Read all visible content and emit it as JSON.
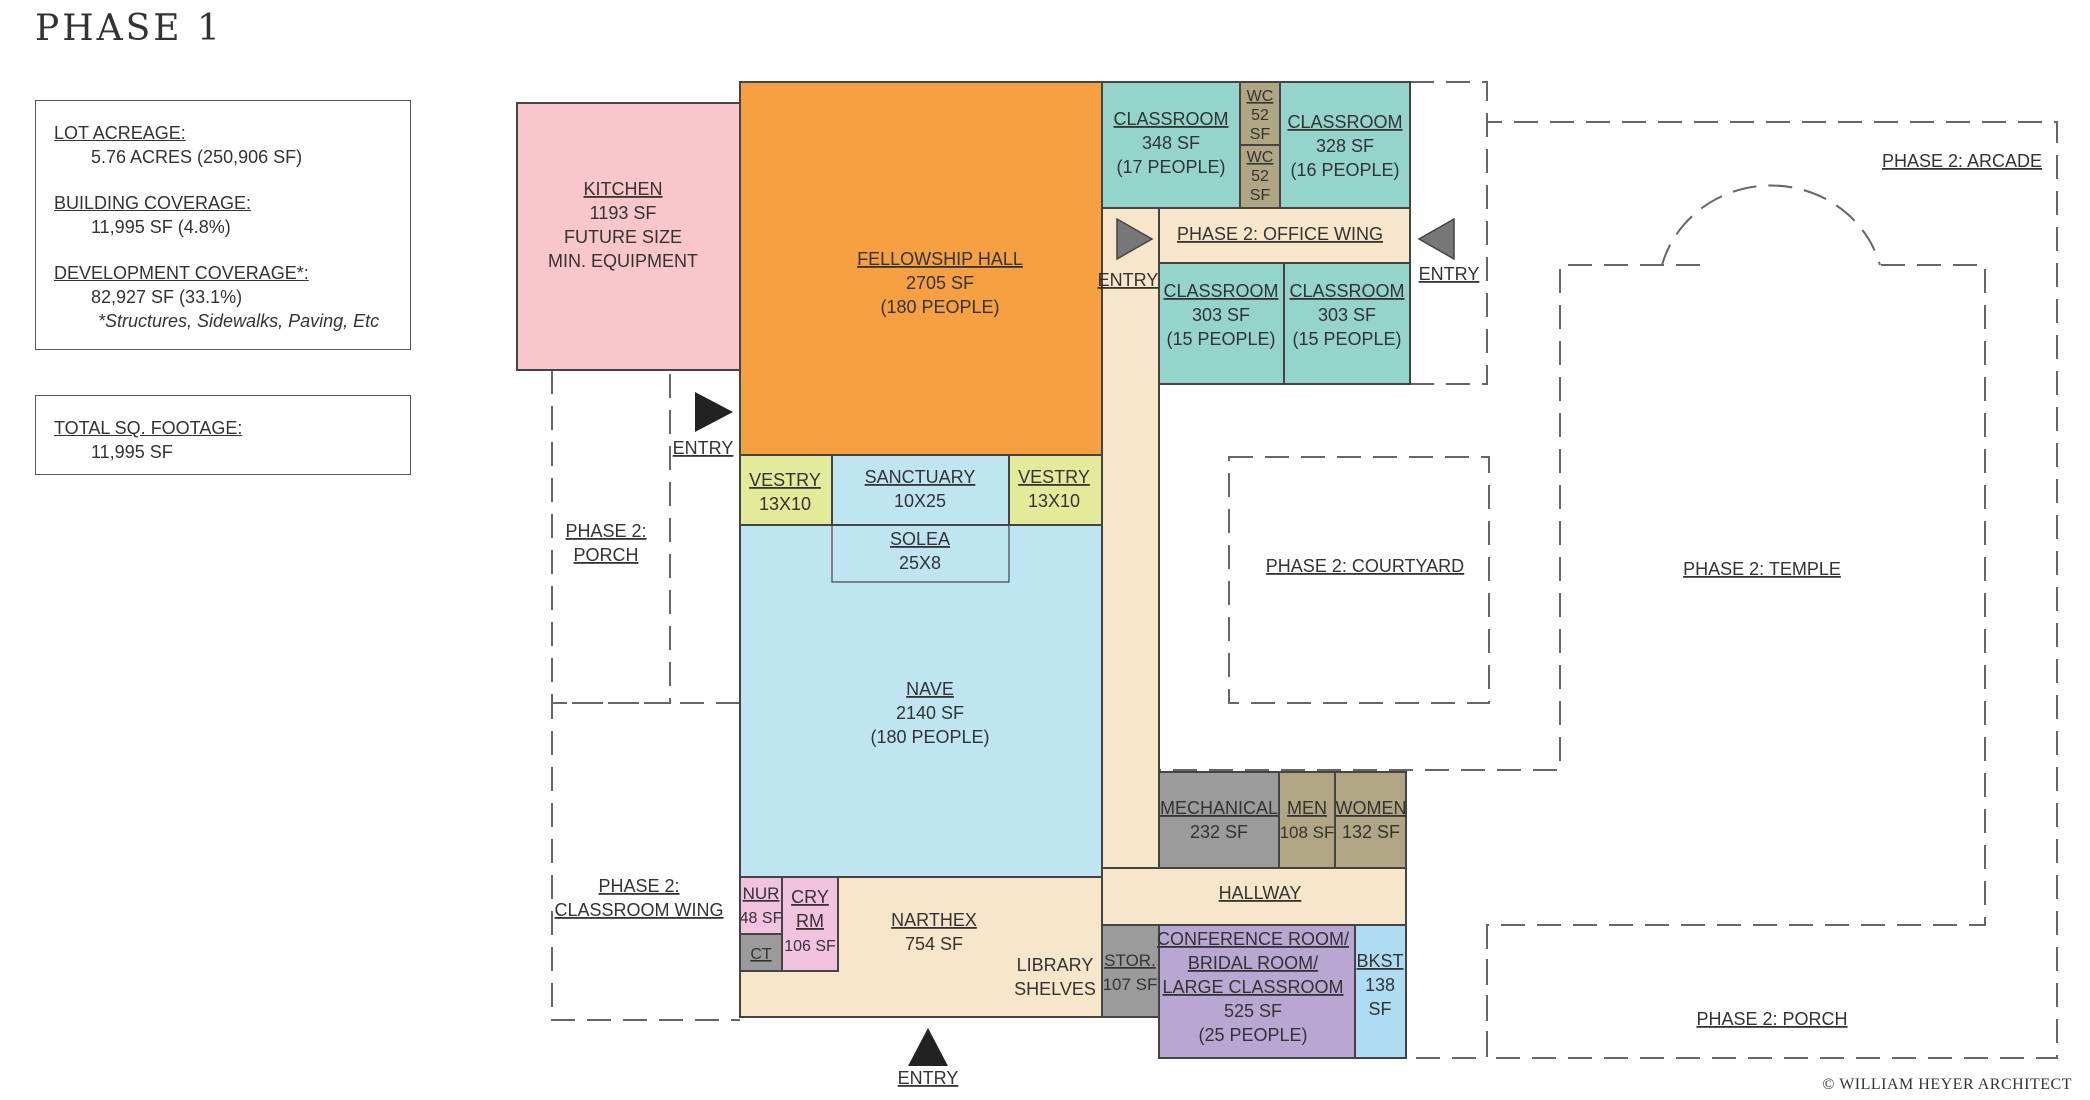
{
  "title": "PHASE 1",
  "info": {
    "lot_acreage_label": "LOT ACREAGE:",
    "lot_acreage_value": "5.76 ACRES (250,906 SF)",
    "building_coverage_label": "BUILDING COVERAGE:",
    "building_coverage_value": "11,995 SF (4.8%)",
    "development_coverage_label": "DEVELOPMENT COVERAGE*:",
    "development_coverage_value": "82,927 SF (33.1%)",
    "development_coverage_note": "*Structures, Sidewalks, Paving, Etc",
    "total_label": "TOTAL SQ. FOOTAGE:",
    "total_value": "11,995 SF"
  },
  "rooms": {
    "kitchen": {
      "name": "KITCHEN",
      "lines": [
        "1193 SF",
        "FUTURE SIZE",
        "MIN. EQUIPMENT"
      ],
      "color": "#f8c6cb"
    },
    "fellowship_hall": {
      "name": "FELLOWSHIP HALL",
      "lines": [
        "2705 SF",
        "(180 PEOPLE)"
      ],
      "color": "#f6a041"
    },
    "vestry_left": {
      "name": "VESTRY",
      "lines": [
        "13X10"
      ],
      "color": "#e3eb9b"
    },
    "sanctuary": {
      "name": "SANCTUARY",
      "lines": [
        "10X25"
      ],
      "color": "#bfe5f3"
    },
    "vestry_right": {
      "name": "VESTRY",
      "lines": [
        "13X10"
      ],
      "color": "#e3eb9b"
    },
    "solea": {
      "name": "SOLEA",
      "lines": [
        "25X8"
      ],
      "color": "#bfe5f3"
    },
    "nave": {
      "name": "NAVE",
      "lines": [
        "2140 SF",
        "(180 PEOPLE)"
      ],
      "color": "#bfe5f3"
    },
    "narthex": {
      "name": "NARTHEX",
      "lines": [
        "754 SF"
      ],
      "color": "#f8e6cb"
    },
    "library": {
      "lines": [
        "LIBRARY",
        "SHELVES"
      ]
    },
    "nursery": {
      "name": "NUR",
      "lines": [
        "48 SF"
      ],
      "color": "#f2c3df"
    },
    "cry_room": {
      "name": "CRY",
      "name2": "RM",
      "lines": [
        "106 SF"
      ],
      "color": "#f2c3df"
    },
    "ct": {
      "name": "CT",
      "color": "#9b9b9b"
    },
    "classroom_1": {
      "name": "CLASSROOM",
      "lines": [
        "348 SF",
        "(17 PEOPLE)"
      ],
      "color": "#94d4cb"
    },
    "wc_1": {
      "name": "WC",
      "lines": [
        "52",
        "SF"
      ],
      "color": "#b1a683"
    },
    "wc_2": {
      "name": "WC",
      "lines": [
        "52",
        "SF"
      ],
      "color": "#b1a683"
    },
    "classroom_2": {
      "name": "CLASSROOM",
      "lines": [
        "328 SF",
        "(16 PEOPLE)"
      ],
      "color": "#94d4cb"
    },
    "office_wing": {
      "name": "PHASE 2: OFFICE WING",
      "color": "#f8e6cb"
    },
    "classroom_3": {
      "name": "CLASSROOM",
      "lines": [
        "303 SF",
        "(15 PEOPLE)"
      ],
      "color": "#94d4cb"
    },
    "classroom_4": {
      "name": "CLASSROOM",
      "lines": [
        "303 SF",
        "(15 PEOPLE)"
      ],
      "color": "#94d4cb"
    },
    "mechanical": {
      "name": "MECHANICAL",
      "lines": [
        "232 SF"
      ],
      "color": "#9b9b9b"
    },
    "men": {
      "name": "MEN",
      "lines": [
        "108 SF"
      ],
      "color": "#b1a683"
    },
    "women": {
      "name": "WOMEN",
      "lines": [
        "132 SF"
      ],
      "color": "#b1a683"
    },
    "hallway": {
      "name": "HALLWAY",
      "color": "#f8e6cb"
    },
    "storage": {
      "name": "STOR.",
      "lines": [
        "107 SF"
      ],
      "color": "#9b9b9b"
    },
    "conference": {
      "name": "CONFERENCE ROOM/",
      "name2": "BRIDAL ROOM/",
      "name3": "LARGE CLASSROOM",
      "lines": [
        "525 SF",
        "(25 PEOPLE)"
      ],
      "color": "#b7a7d2"
    },
    "bookstore": {
      "name": "BKST",
      "lines": [
        "138",
        "SF"
      ],
      "color": "#aedcf3"
    }
  },
  "phase2": {
    "porch_left": [
      "PHASE 2:",
      "PORCH"
    ],
    "classroom_wing": [
      "PHASE 2:",
      "CLASSROOM WING"
    ],
    "courtyard": "PHASE 2: COURTYARD",
    "temple": "PHASE 2: TEMPLE",
    "arcade": "PHASE 2: ARCADE",
    "porch_right": "PHASE 2: PORCH"
  },
  "entries": {
    "west": "ENTRY",
    "south": "ENTRY",
    "courtyard": "ENTRY",
    "east": "ENTRY"
  },
  "copyright": "© WILLIAM HEYER ARCHITECT"
}
